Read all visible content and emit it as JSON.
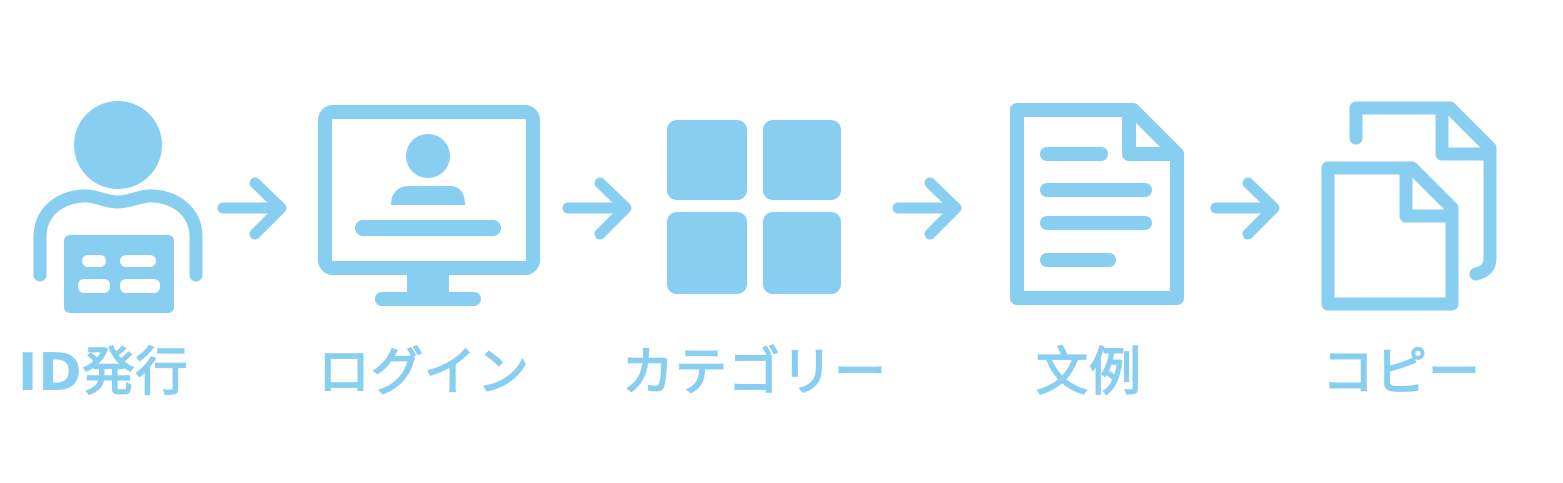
{
  "theme": {
    "accent": "#87cef0"
  },
  "steps": [
    {
      "label": "ID発行",
      "icon": "id-badge-user-icon"
    },
    {
      "label": "ログイン",
      "icon": "monitor-login-icon"
    },
    {
      "label": "カテゴリー",
      "icon": "category-grid-icon"
    },
    {
      "label": "文例",
      "icon": "document-text-icon"
    },
    {
      "label": "コピー",
      "icon": "copy-documents-icon"
    }
  ],
  "connectors": [
    {
      "icon": "arrow-right-icon"
    },
    {
      "icon": "arrow-right-icon"
    },
    {
      "icon": "arrow-right-icon"
    },
    {
      "icon": "arrow-right-icon"
    }
  ]
}
